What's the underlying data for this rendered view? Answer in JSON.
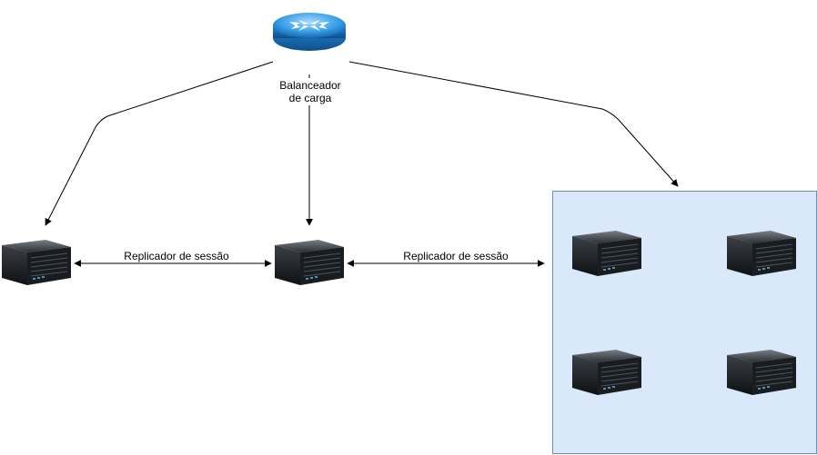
{
  "router": {
    "label_lines": [
      "Balanceador",
      "de carga"
    ],
    "icon": "router-icon"
  },
  "servers": [
    {
      "icon": "server-icon"
    },
    {
      "icon": "server-icon"
    },
    {
      "icon": "server-icon"
    },
    {
      "icon": "server-icon"
    },
    {
      "icon": "server-icon"
    },
    {
      "icon": "server-icon"
    }
  ],
  "replicators": {
    "left_label": "Replicador de sessão",
    "right_label": "Replicador de sessão"
  },
  "cluster": {
    "fill": "#dae8fc",
    "stroke": "#6c8ebf"
  }
}
